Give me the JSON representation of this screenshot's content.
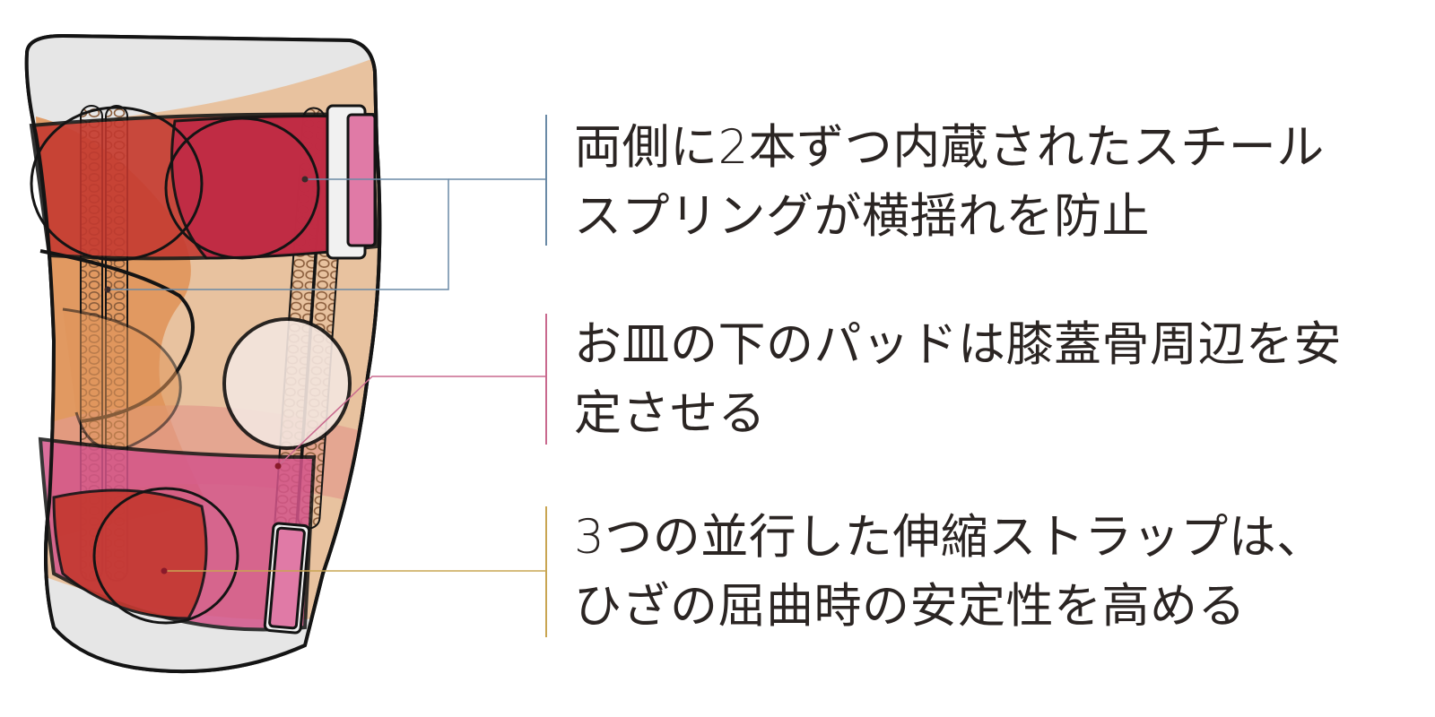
{
  "colors": {
    "strap_red": "#c4382f",
    "strap_crimson": "#c02b45",
    "sleeve_orange": "#e0955a",
    "sleeve_peach": "#e8c29f",
    "pad_cream": "#f4e6df",
    "strap_pink": "#d4558a",
    "tab_pink": "#e07aa6",
    "top_gray": "#e6e6e6",
    "outline": "#141414",
    "line_blue": "#6a8aa6",
    "line_pink": "#c9698e",
    "line_gold": "#c9a552",
    "text": "#2b2523"
  },
  "callouts": [
    {
      "id": "steel-springs",
      "color": "#6a8aa6",
      "lines": [
        "両側に2本ずつ内蔵されたスチール",
        "スプリングが横揺れを防止"
      ]
    },
    {
      "id": "patella-pad",
      "color": "#c9698e",
      "lines": [
        "お皿の下のパッドは膝蓋骨周辺を安",
        "定させる"
      ]
    },
    {
      "id": "elastic-straps",
      "color": "#c9a552",
      "lines": [
        "3つの並行した伸縮ストラップは、",
        "ひざの屈曲時の安定性を高める"
      ]
    }
  ]
}
